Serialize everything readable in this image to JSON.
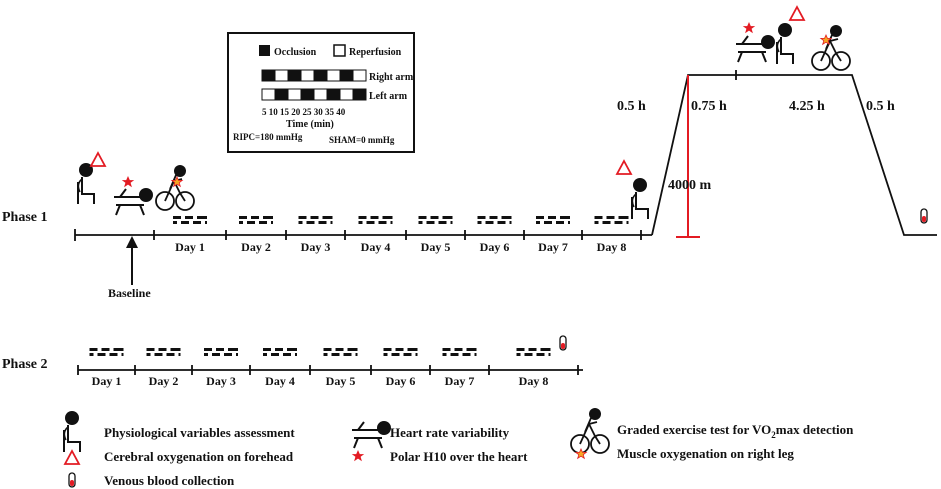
{
  "colors": {
    "ink": "#111111",
    "red": "#e31b23",
    "star": "#f5a623"
  },
  "icons": [
    "person-seated-icon",
    "person-lying-icon",
    "cyclist-icon",
    "triangle-icon",
    "star-icon",
    "blood-tube-icon",
    "arrow-up-icon"
  ],
  "legend_box": {
    "occlusion": "Occlusion",
    "reperfusion": "Reperfusion",
    "right_arm": "Right arm",
    "left_arm": "Left arm",
    "ticks": "5  10 15 20 25 30 35 40",
    "time_label": "Time (min)",
    "ripc": "RIPC=180 mmHg",
    "sham": "SHAM=0 mmHg"
  },
  "phase1": {
    "label": "Phase 1",
    "days": [
      "Day 1",
      "Day 2",
      "Day 3",
      "Day 4",
      "Day 5",
      "Day 6",
      "Day 7",
      "Day 8"
    ],
    "baseline": "Baseline",
    "altitude": "4000 m",
    "durations": [
      "0.5 h",
      "0.75 h",
      "4.25 h",
      "0.5 h"
    ]
  },
  "phase2": {
    "label": "Phase 2",
    "days": [
      "Day 1",
      "Day 2",
      "Day 3",
      "Day 4",
      "Day 5",
      "Day 6",
      "Day 7",
      "Day 8"
    ]
  },
  "legend": {
    "physio": "Physiological variables assessment",
    "hrv": "Heart rate variability",
    "graded_prefix": "Graded exercise test  for VO",
    "graded_sub": "2",
    "graded_suffix": "max detection",
    "cerebral": "Cerebral oxygenation on forehead",
    "polar": "Polar H10 over the heart",
    "muscle": "Muscle oxygenation on right leg",
    "venous": "Venous blood collection"
  }
}
